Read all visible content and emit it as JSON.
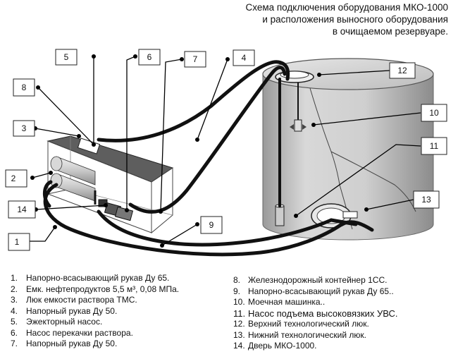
{
  "title_lines": [
    "Схема подключения оборудования МКО-1000",
    "и расположения выносного оборудования",
    "в очищаемом резервуаре."
  ],
  "callouts": {
    "c1": "1",
    "c2": "2",
    "c3": "3",
    "c4": "4",
    "c5": "5",
    "c6": "6",
    "c7": "7",
    "c8": "8",
    "c9": "9",
    "c10": "10",
    "c11": "11",
    "c12": "12",
    "c13": "13",
    "c14": "14"
  },
  "legend_left": [
    {
      "num": "1.",
      "text": "Напорно-всасывающий рукав Ду 65."
    },
    {
      "num": "2.",
      "text": "Емк. нефтепродуктов 5,5 м³, 0,08 МПа."
    },
    {
      "num": "3.",
      "text": "Люк емкости раствора ТМС."
    },
    {
      "num": "4.",
      "text": "Напорный рукав Ду 50."
    },
    {
      "num": "5.",
      "text": "Эжекторный насос."
    },
    {
      "num": "6.",
      "text": "Насос перекачки раствора."
    },
    {
      "num": "7.",
      "text": "Напорный рукав Ду 50."
    }
  ],
  "legend_right": [
    {
      "num": "8.",
      "text": "Железнодорожный контейнер 1СС."
    },
    {
      "num": "9.",
      "text": "Напорно-всасывающий рукав Ду 65.."
    },
    {
      "num": "10.",
      "text": "Моечная машинка.."
    },
    {
      "num": "11.",
      "text": "Насос подъема высоковязких УВС."
    },
    {
      "num": "12.",
      "text": "Верхний технологический люк."
    },
    {
      "num": "13.",
      "text": "Нижний технологический люк."
    },
    {
      "num": "14.",
      "text": "Дверь МКО-1000."
    }
  ]
}
